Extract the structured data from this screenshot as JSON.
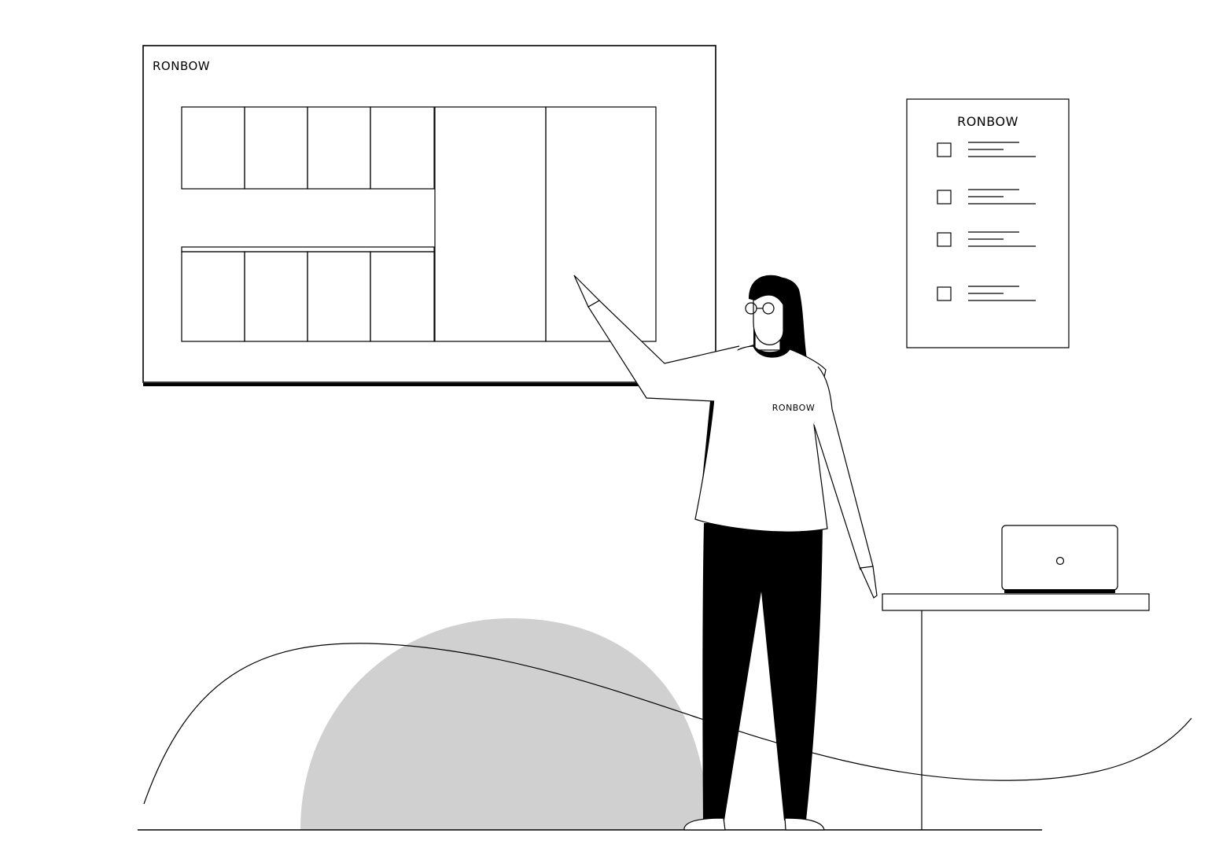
{
  "scene": {
    "brand": "RONBOW",
    "colors": {
      "ink": "#000000",
      "paper": "#ffffff",
      "blob": "#d0d0d0"
    },
    "board": {
      "brand_label": "RONBOW",
      "icon": "cabinet-layout-diagram"
    },
    "checklist": {
      "brand_label": "RONBOW",
      "items": [
        {
          "checked": false
        },
        {
          "checked": false
        },
        {
          "checked": false
        },
        {
          "checked": false
        }
      ]
    },
    "presenter": {
      "shirt_label": "RONBOW",
      "icon": "presenter-woman-pointing"
    },
    "laptop": {
      "icon": "laptop-icon"
    }
  }
}
